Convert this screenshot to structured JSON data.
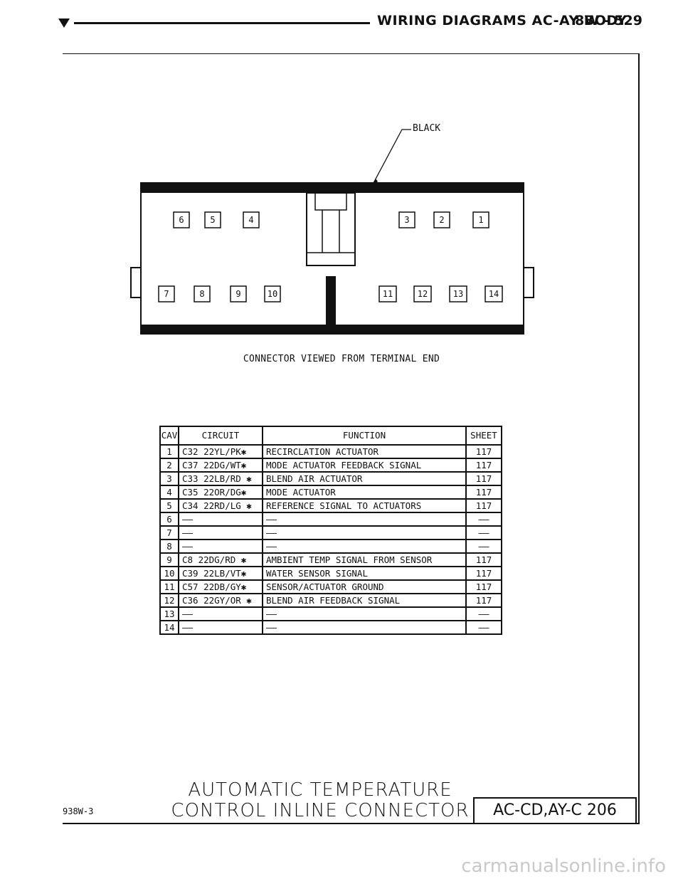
{
  "header": {
    "title": "WIRING DIAGRAMS AC-AY BODY",
    "page": "8W - 529"
  },
  "connector": {
    "color_label": "BLACK",
    "caption": "CONNECTOR VIEWED FROM TERMINAL END",
    "top_row_left": [
      "6",
      "5",
      "4"
    ],
    "top_row_right": [
      "3",
      "2",
      "1"
    ],
    "bottom_row_left": [
      "7",
      "8",
      "9",
      "10"
    ],
    "bottom_row_right": [
      "11",
      "12",
      "13",
      "14"
    ]
  },
  "table": {
    "headers": {
      "cav": "CAV",
      "circuit": "CIRCUIT",
      "function": "FUNCTION",
      "sheet": "SHEET"
    },
    "rows": [
      {
        "cav": "1",
        "circuit": "C32 22YL/PK✱",
        "function": "RECIRCLATION ACTUATOR",
        "sheet": "117"
      },
      {
        "cav": "2",
        "circuit": "C37 22DG/WT✱",
        "function": "MODE ACTUATOR FEEDBACK SIGNAL",
        "sheet": "117"
      },
      {
        "cav": "3",
        "circuit": "C33 22LB/RD ✱",
        "function": "BLEND AIR ACTUATOR",
        "sheet": "117"
      },
      {
        "cav": "4",
        "circuit": "C35 22OR/DG✱",
        "function": "MODE ACTUATOR",
        "sheet": "117"
      },
      {
        "cav": "5",
        "circuit": "C34 22RD/LG ✱",
        "function": "REFERENCE SIGNAL TO ACTUATORS",
        "sheet": "117"
      },
      {
        "cav": "6",
        "circuit": "——",
        "function": "——",
        "sheet": "——"
      },
      {
        "cav": "7",
        "circuit": "——",
        "function": "——",
        "sheet": "——"
      },
      {
        "cav": "8",
        "circuit": "——",
        "function": "——",
        "sheet": "——"
      },
      {
        "cav": "9",
        "circuit": "C8 22DG/RD ✱",
        "function": "AMBIENT TEMP SIGNAL FROM SENSOR",
        "sheet": "117"
      },
      {
        "cav": "10",
        "circuit": "C39 22LB/VT✱",
        "function": "WATER SENSOR SIGNAL",
        "sheet": "117"
      },
      {
        "cav": "11",
        "circuit": "C57 22DB/GY✱",
        "function": "SENSOR/ACTUATOR GROUND",
        "sheet": "117"
      },
      {
        "cav": "12",
        "circuit": "C36 22GY/OR ✱",
        "function": "BLEND AIR FEEDBACK SIGNAL",
        "sheet": "117"
      },
      {
        "cav": "13",
        "circuit": "——",
        "function": "——",
        "sheet": "——"
      },
      {
        "cav": "14",
        "circuit": "——",
        "function": "——",
        "sheet": "——"
      }
    ]
  },
  "footer": {
    "title_line1": "AUTOMATIC TEMPERATURE",
    "title_line2": "CONTROL INLINE CONNECTOR",
    "figure_code": "938W-3",
    "box_label": "AC-CD,AY-C 206"
  },
  "watermark": "carmanualsonline.info"
}
